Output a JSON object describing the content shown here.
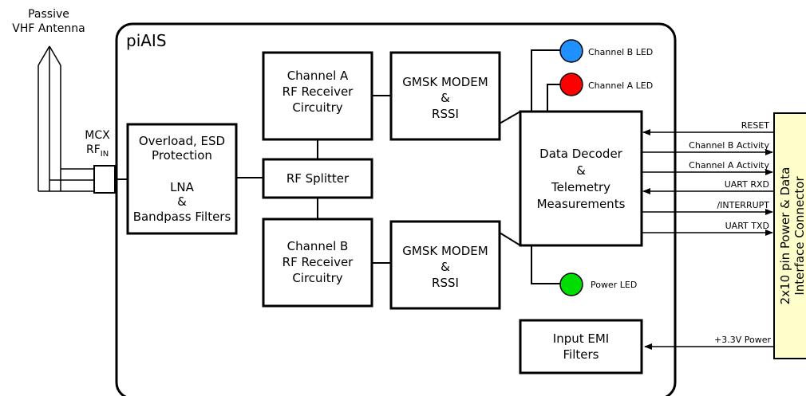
{
  "antenna": {
    "line1": "Passive",
    "line2": "VHF Antenna"
  },
  "mcx": {
    "line1": "MCX",
    "rf": "RF",
    "rf_sub": "IN"
  },
  "board_title": "piAIS",
  "blocks": {
    "overload": [
      "Overload, ESD",
      "Protection",
      "",
      "LNA",
      "&",
      "Bandpass Filters"
    ],
    "channel_a_rx": [
      "Channel A",
      "RF Receiver",
      "Circuitry"
    ],
    "channel_b_rx": [
      "Channel B",
      "RF Receiver",
      "Circuitry"
    ],
    "splitter": [
      "RF Splitter"
    ],
    "modem_a": [
      "GMSK MODEM",
      "&",
      "RSSI"
    ],
    "modem_b": [
      "GMSK MODEM",
      "&",
      "RSSI"
    ],
    "decoder": [
      "Data Decoder",
      "&",
      "Telemetry",
      "Measurements"
    ],
    "emi": [
      "Input EMI",
      "Filters"
    ]
  },
  "leds": {
    "channel_b": {
      "label": "Channel B LED",
      "color": "#1e90ff"
    },
    "channel_a": {
      "label": "Channel A LED",
      "color": "#ff0000"
    },
    "power": {
      "label": "Power LED",
      "color": "#00dd00"
    }
  },
  "signals": {
    "reset": "RESET",
    "channel_b_activity": "Channel B Activity",
    "channel_a_activity": "Channel A Activity",
    "uart_rxd": "UART RXD",
    "interrupt": "/INTERRUPT",
    "uart_txd": "UART TXD",
    "power_in": "+3.3V Power"
  },
  "connector": {
    "line1": "2x10 pin Power & Data",
    "line2": "Interface Connector",
    "color": "#ffffcc"
  }
}
